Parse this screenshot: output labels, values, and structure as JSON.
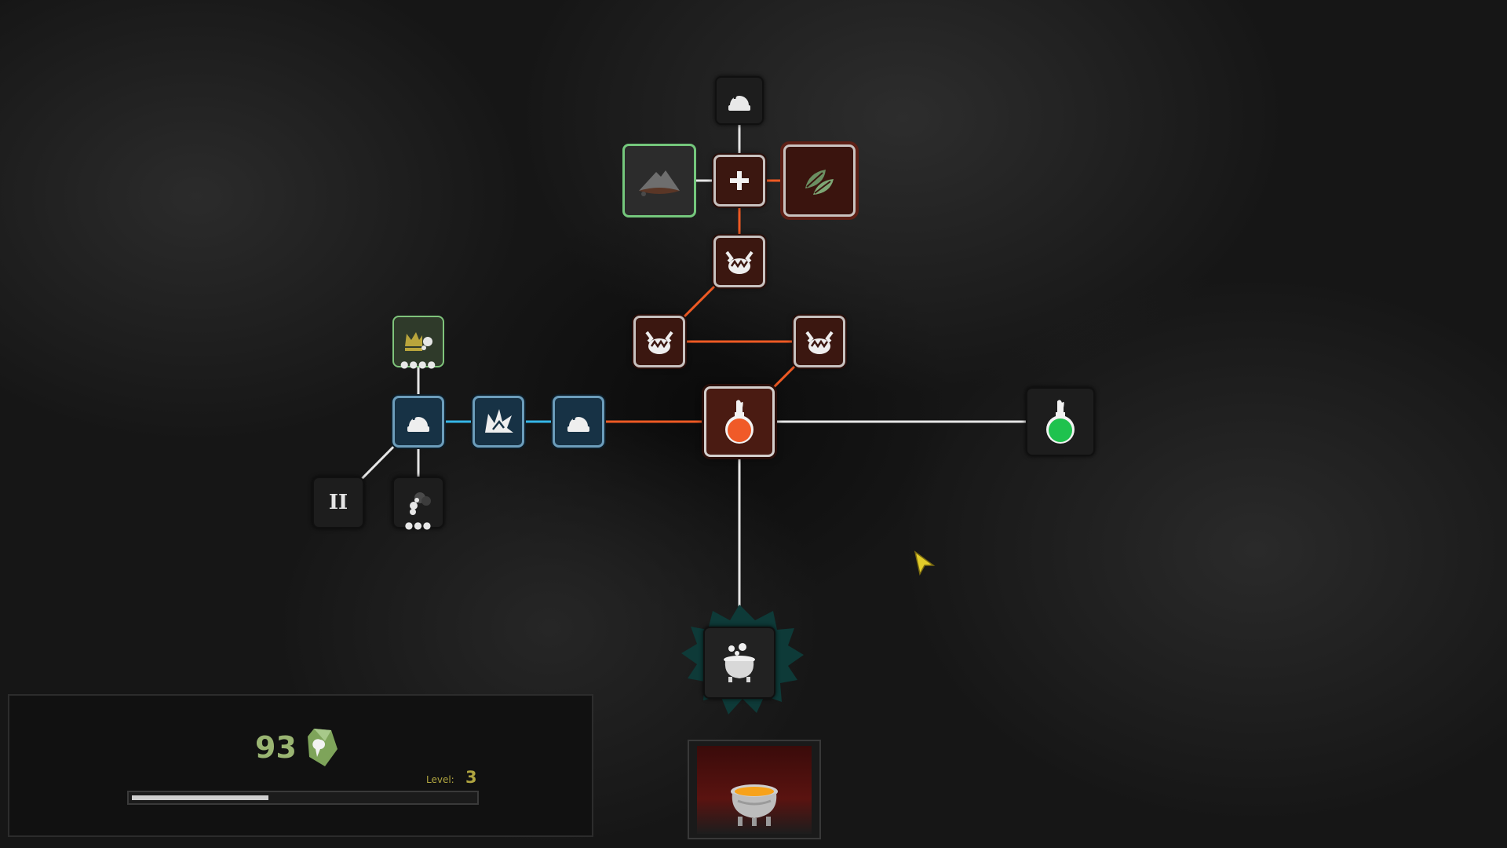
{
  "colors": {
    "orange_link": "#ee5a24",
    "white_link": "#e6e6e6",
    "blue_link": "#35b6e8",
    "points_green": "#9ab572",
    "level_gold": "#b0a540",
    "fire_potion": "#f05a28",
    "green_potion": "#1fc24e",
    "teal_splash": "#0e3a38"
  },
  "skill_tree": {
    "nodes": [
      {
        "id": "top-flask",
        "icon": "snow-globe-icon",
        "style": "dark"
      },
      {
        "id": "heap",
        "icon": "mound-icon",
        "style": "green-outline"
      },
      {
        "id": "plus",
        "icon": "plus-icon",
        "style": "red"
      },
      {
        "id": "leaf",
        "icon": "leaf-icon",
        "style": "rust-badge"
      },
      {
        "id": "claw-top",
        "icon": "claw-icon",
        "style": "red"
      },
      {
        "id": "claw-left",
        "icon": "claw-icon",
        "style": "red"
      },
      {
        "id": "claw-right",
        "icon": "claw-icon",
        "style": "red"
      },
      {
        "id": "crown",
        "icon": "crown-icon",
        "style": "green-box"
      },
      {
        "id": "blue-globe-left",
        "icon": "snow-globe-icon",
        "style": "blue"
      },
      {
        "id": "spike",
        "icon": "spike-icon",
        "style": "blue"
      },
      {
        "id": "blue-globe-right",
        "icon": "snow-globe-icon",
        "style": "blue"
      },
      {
        "id": "fire-potion",
        "icon": "fire-potion-icon",
        "style": "main"
      },
      {
        "id": "green-potion",
        "icon": "green-potion-icon",
        "style": "dark"
      },
      {
        "id": "tier-two",
        "icon": "roman-two-icon",
        "style": "dark",
        "label": "II"
      },
      {
        "id": "smoke",
        "icon": "smoke-icon",
        "style": "dark"
      },
      {
        "id": "cauldron",
        "icon": "cauldron-icon",
        "style": "dark-splash"
      }
    ],
    "links": [
      {
        "from": "top-flask",
        "to": "plus",
        "color": "white"
      },
      {
        "from": "heap",
        "to": "plus",
        "color": "white"
      },
      {
        "from": "plus",
        "to": "leaf",
        "color": "orange"
      },
      {
        "from": "plus",
        "to": "claw-top",
        "color": "orange"
      },
      {
        "from": "claw-top",
        "to": "claw-left",
        "color": "orange"
      },
      {
        "from": "claw-left",
        "to": "claw-right",
        "color": "orange"
      },
      {
        "from": "claw-right",
        "to": "fire-potion",
        "color": "orange"
      },
      {
        "from": "blue-globe-right",
        "to": "fire-potion",
        "color": "orange"
      },
      {
        "from": "fire-potion",
        "to": "green-potion",
        "color": "white"
      },
      {
        "from": "fire-potion",
        "to": "cauldron",
        "color": "white"
      },
      {
        "from": "blue-globe-left",
        "to": "spike",
        "color": "blue"
      },
      {
        "from": "spike",
        "to": "blue-globe-right",
        "color": "blue"
      },
      {
        "from": "crown",
        "to": "blue-globe-left",
        "color": "white"
      },
      {
        "from": "blue-globe-left",
        "to": "tier-two",
        "color": "white"
      },
      {
        "from": "blue-globe-left",
        "to": "smoke",
        "color": "white"
      }
    ]
  },
  "hud": {
    "points": "93",
    "points_icon": "essence-gem-icon",
    "level_label": "Level:",
    "level_value": "3",
    "xp_progress": 0.4
  },
  "pot_slot": {
    "icon": "lava-pot-icon"
  }
}
